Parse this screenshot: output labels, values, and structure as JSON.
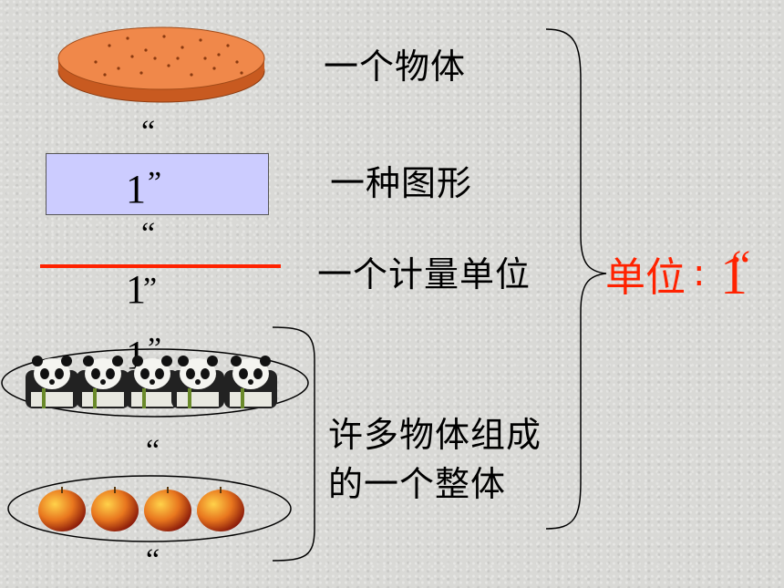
{
  "labels": {
    "object": "一个物体",
    "shape": "一种图形",
    "measure_unit": "一个计量单位",
    "group_line1": "许多物体组成",
    "group_line2": "的一个整体",
    "unit_label": "单位",
    "unit_colon": ":",
    "unit_quote": "“",
    "unit_one": "1"
  },
  "marks": {
    "open_quote": "“",
    "close_quote": "”",
    "one": "1"
  },
  "colors": {
    "accent_red": "#ff2200",
    "rect_fill": "#ccccff",
    "cookie": "#f0884a"
  },
  "icons": [
    "cookie-icon",
    "panda-icon",
    "apple-icon"
  ]
}
